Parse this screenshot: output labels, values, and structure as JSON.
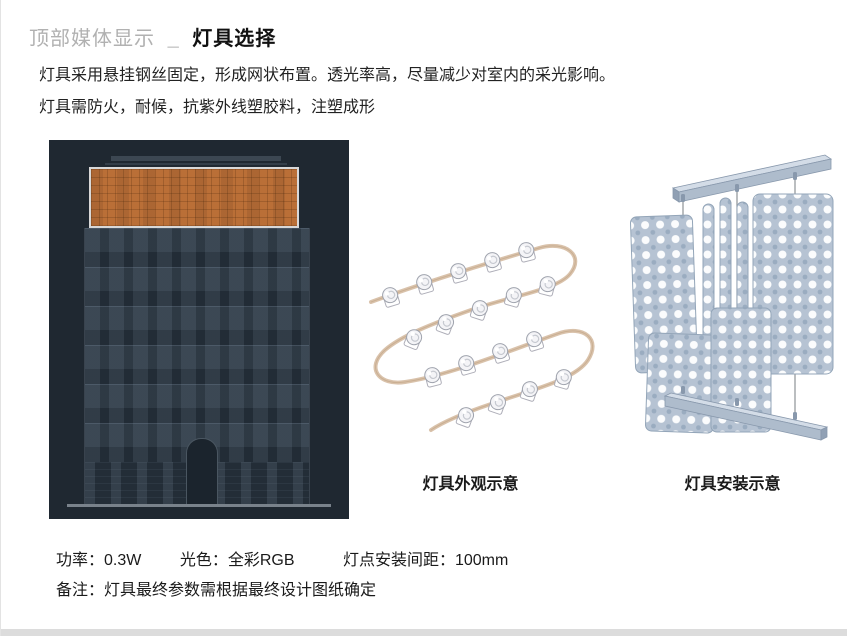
{
  "title": {
    "prefix": "顶部媒体显示",
    "separator": "_",
    "emphasis": "灯具选择"
  },
  "description": {
    "line1": "灯具采用悬挂钢丝固定，形成网状布置。透光率高，尽量减少对室内的采光影响。",
    "line2": "灯具需防火，耐候，抗紫外线塑胶料，注塑成形"
  },
  "figures": {
    "elevation": {
      "highlight_color": "#BA6F37",
      "background_color": "#1F2831"
    },
    "appearance": {
      "caption": "灯具外观示意"
    },
    "installation": {
      "caption": "灯具安装示意"
    }
  },
  "specs": {
    "items": [
      {
        "label": "功率：",
        "value": "0.3W"
      },
      {
        "label": "光色：",
        "value": "全彩RGB"
      },
      {
        "label": "灯点安装间距：",
        "value": "100mm"
      }
    ],
    "note": "备注：灯具最终参数需根据最终设计图纸确定"
  }
}
